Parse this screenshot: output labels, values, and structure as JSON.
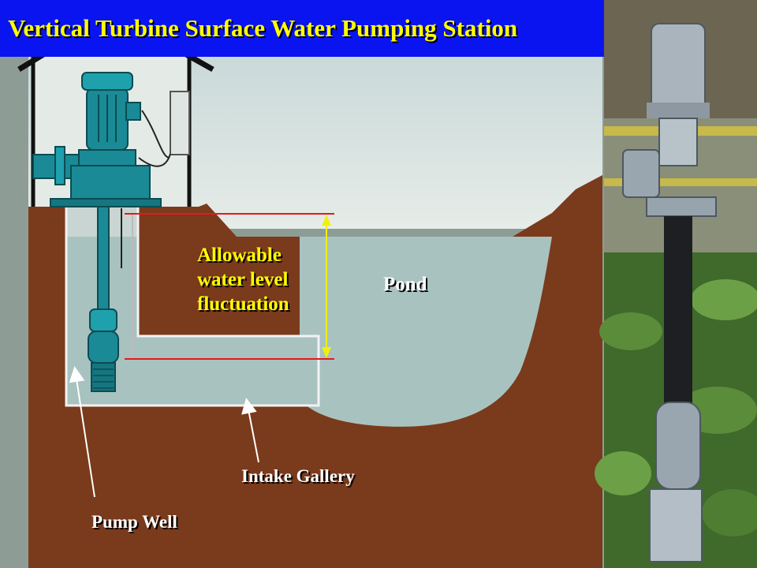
{
  "title": "Vertical Turbine Surface Water Pumping Station",
  "labels": {
    "fluctuation": [
      "Allowable",
      "water level",
      "fluctuation"
    ],
    "pond": "Pond",
    "intake_gallery": "Intake Gallery",
    "pump_well": "Pump Well"
  },
  "colors": {
    "title_background": "#0a14f0",
    "title_text": "#ffff00",
    "water": "#a8c2c0",
    "earth": "#7a3a1c",
    "pump": "#1a8a96",
    "level_line": "#e8181c",
    "level_arrow": "#f0f010"
  }
}
